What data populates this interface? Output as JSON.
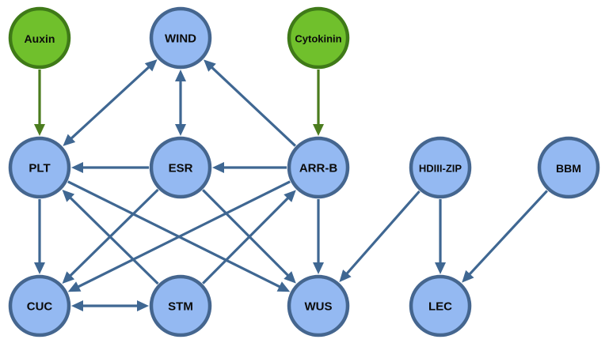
{
  "colors": {
    "hormone_fill": "#70c02c",
    "hormone_stroke": "#3f7a18",
    "hormone_edge": "#4b7c1e",
    "gene_fill": "#94b9f2",
    "gene_stroke": "#45668f",
    "gene_edge": "#3f6792"
  },
  "nodes": [
    {
      "id": "auxin",
      "label": "Auxin",
      "kind": "hormone"
    },
    {
      "id": "wind",
      "label": "WIND",
      "kind": "gene"
    },
    {
      "id": "cytokinin",
      "label": "Cytokinin",
      "kind": "hormone"
    },
    {
      "id": "plt",
      "label": "PLT",
      "kind": "gene"
    },
    {
      "id": "esr",
      "label": "ESR",
      "kind": "gene"
    },
    {
      "id": "arrb",
      "label": "ARR-B",
      "kind": "gene"
    },
    {
      "id": "hdiii",
      "label": "HDIII-ZIP",
      "kind": "gene"
    },
    {
      "id": "bbm",
      "label": "BBM",
      "kind": "gene"
    },
    {
      "id": "cuc",
      "label": "CUC",
      "kind": "gene"
    },
    {
      "id": "stm",
      "label": "STM",
      "kind": "gene"
    },
    {
      "id": "wus",
      "label": "WUS",
      "kind": "gene"
    },
    {
      "id": "lec",
      "label": "LEC",
      "kind": "gene"
    }
  ],
  "edges": [
    {
      "from": "auxin",
      "to": "plt",
      "kind": "hormone"
    },
    {
      "from": "cytokinin",
      "to": "arrb",
      "kind": "hormone"
    },
    {
      "from": "plt",
      "to": "wind",
      "kind": "gene",
      "bidirectional": true
    },
    {
      "from": "esr",
      "to": "wind",
      "kind": "gene",
      "bidirectional": true
    },
    {
      "from": "arrb",
      "to": "wind",
      "kind": "gene"
    },
    {
      "from": "esr",
      "to": "plt",
      "kind": "gene"
    },
    {
      "from": "arrb",
      "to": "esr",
      "kind": "gene"
    },
    {
      "from": "plt",
      "to": "cuc",
      "kind": "gene"
    },
    {
      "from": "plt",
      "to": "wus",
      "kind": "gene"
    },
    {
      "from": "stm",
      "to": "plt",
      "kind": "gene"
    },
    {
      "from": "esr",
      "to": "cuc",
      "kind": "gene"
    },
    {
      "from": "esr",
      "to": "wus",
      "kind": "gene"
    },
    {
      "from": "arrb",
      "to": "cuc",
      "kind": "gene"
    },
    {
      "from": "arrb",
      "to": "wus",
      "kind": "gene"
    },
    {
      "from": "stm",
      "to": "arrb",
      "kind": "gene"
    },
    {
      "from": "cuc",
      "to": "stm",
      "kind": "gene",
      "bidirectional": true
    },
    {
      "from": "hdiii",
      "to": "wus",
      "kind": "gene"
    },
    {
      "from": "hdiii",
      "to": "lec",
      "kind": "gene"
    },
    {
      "from": "bbm",
      "to": "lec",
      "kind": "gene"
    }
  ]
}
